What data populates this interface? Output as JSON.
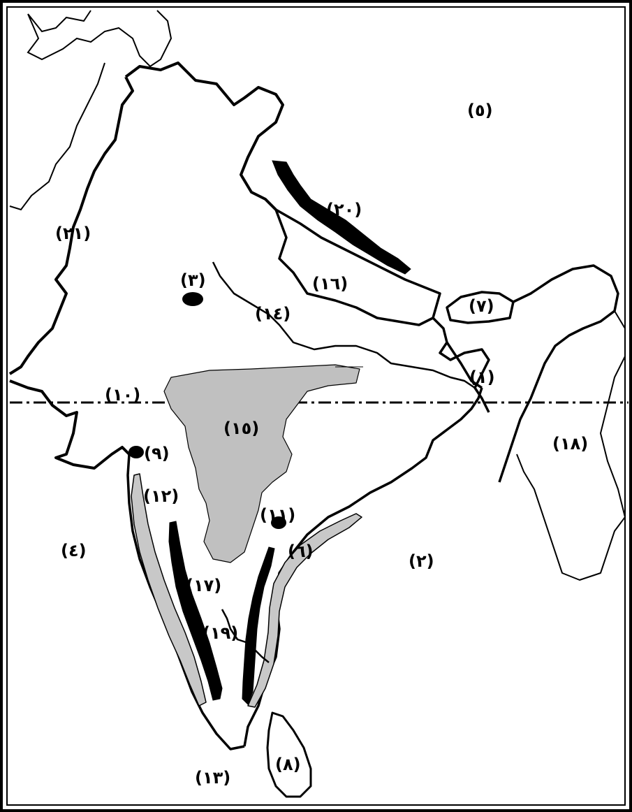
{
  "colors": {
    "border": "#000000",
    "land_line": "#000000",
    "plateau_fill": "#c0c0c0",
    "coastal_strip_fill": "#c8c8c8",
    "mountain_fill": "#000000",
    "tropic_line": "#000000"
  },
  "labels": {
    "l1": "(١)",
    "l2": "(٢)",
    "l3": "(٣)",
    "l4": "(٤)",
    "l5": "(٥)",
    "l6": "(٦)",
    "l7": "(٧)",
    "l8": "(٨)",
    "l9": "(٩)",
    "l10": "(١٠)",
    "l11": "(١١)",
    "l12": "(١٢)",
    "l13": "(١٣)",
    "l14": "(١٤)",
    "l15": "(١٥)",
    "l16": "(١٦)",
    "l17": "(١٧)",
    "l18": "(١٨)",
    "l19": "(١٩)",
    "l20": "(٢٠)",
    "l21": "(٢١)"
  }
}
